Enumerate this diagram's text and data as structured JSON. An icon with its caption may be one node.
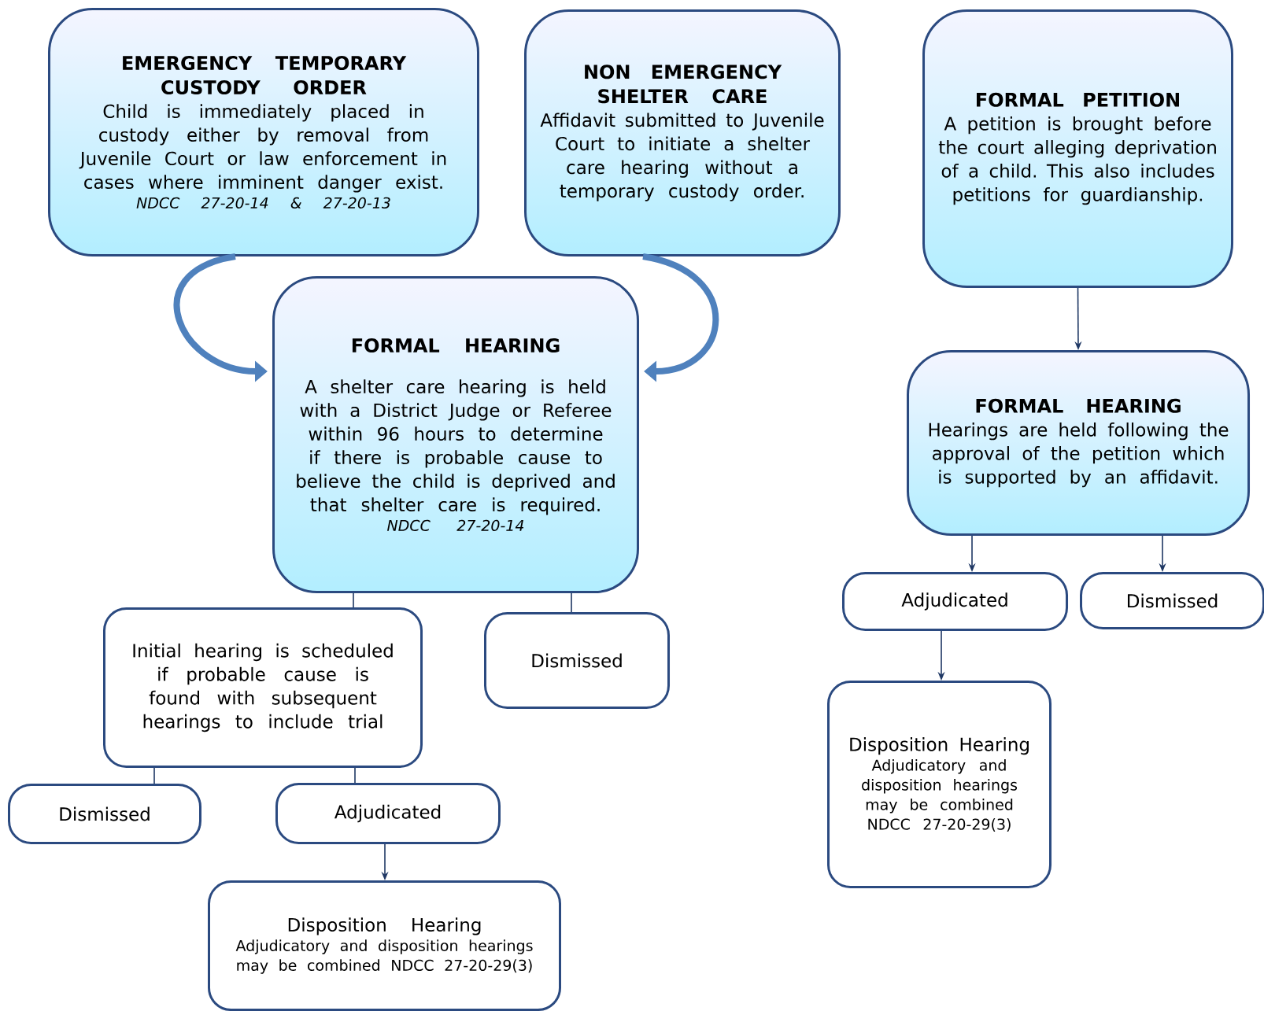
{
  "diagram": {
    "nodes": [
      {
        "text": [
          "EMERGENCY TEMPORARY CUSTODY ORDER",
          "Child is immediately placed in custody either by removal from Juvenile Court or law enforcement in cases where imminent danger exist.",
          "NDCC 27-20-14 & 27-20-13"
        ]
      },
      {
        "text": [
          "NON EMERGENCY SHELTER CARE",
          "Affidavit submitted to Juvenile Court to initiate a shelter care hearing without a temporary custody order."
        ]
      },
      {
        "text": [
          "FORMAL PETITION",
          "A petition is brought before the court alleging deprivation of a child.  This also includes petitions for guardianship."
        ]
      },
      {
        "text": [
          "FORMAL HEARING",
          "A shelter care hearing is held with a District Judge or Referee within 96 hours to determine if there is probable cause to believe the child is deprived and that shelter care is required.",
          "NDCC 27-20-14"
        ]
      },
      {
        "text": [
          "FORMAL HEARING",
          "Hearings are held following the approval of the petition which is supported by an affidavit."
        ]
      },
      {
        "text": [
          "Initial hearing is scheduled if probable cause is found with subsequent hearings to include trial"
        ]
      },
      {
        "text": [
          "Dismissed"
        ]
      },
      {
        "text": [
          "Dismissed"
        ]
      },
      {
        "text": [
          "Adjudicated"
        ]
      },
      {
        "text": [
          "Disposition Hearing",
          "Adjudicatory and disposition hearings may be combined NDCC 27-20-29(3)"
        ]
      },
      {
        "text": [
          "Adjudicated"
        ]
      },
      {
        "text": [
          "Dismissed"
        ]
      },
      {
        "text": [
          "Disposition Hearing",
          "Adjudicatory and disposition hearings may be combined NDCC 27-20-29(3)"
        ]
      }
    ],
    "edges": [
      {
        "from": 0,
        "to": 3,
        "arrow": "to",
        "style": "thick",
        "color": "#4f81bd"
      },
      {
        "from": 1,
        "to": 3,
        "arrow": "to",
        "style": "thick",
        "color": "#4f81bd"
      },
      {
        "from": 2,
        "to": 4,
        "arrow": "to"
      },
      {
        "from": 3,
        "to": 5,
        "arrow": "none"
      },
      {
        "from": 3,
        "to": 6,
        "arrow": "none"
      },
      {
        "from": 5,
        "to": 7,
        "arrow": "none"
      },
      {
        "from": 5,
        "to": 8,
        "arrow": "none"
      },
      {
        "from": 8,
        "to": 9,
        "arrow": "to"
      },
      {
        "from": 4,
        "to": 10,
        "arrow": "to"
      },
      {
        "from": 4,
        "to": 11,
        "arrow": "to"
      },
      {
        "from": 10,
        "to": 12,
        "arrow": "to"
      }
    ]
  }
}
